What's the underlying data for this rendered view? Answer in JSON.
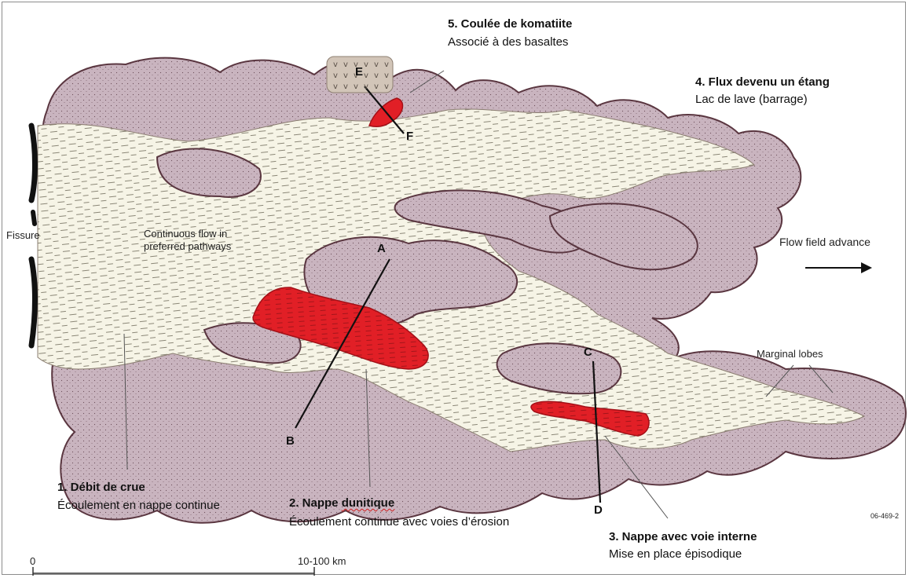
{
  "annotations": {
    "a1": {
      "title": "1. Débit de crue",
      "desc": "Écoulement en nappe continue"
    },
    "a2": {
      "title_pre": "2. Nappe ",
      "title_word": "dunitique",
      "desc": "Écoulement continue avec voies d’érosion"
    },
    "a3": {
      "title": "3. Nappe avec voie interne",
      "desc": "Mise en place épisodique"
    },
    "a4": {
      "title": "4. Flux devenu un étang",
      "desc": "Lac de lave (barrage)"
    },
    "a5": {
      "title": "5. Coulée de komatiite",
      "desc": "Associé à des basaltes"
    }
  },
  "map_labels": {
    "fissure": "Fissure",
    "continuous_1": "Continuous flow in",
    "continuous_2": "preferred pathways",
    "advance": "Flow field advance",
    "marginal": "Marginal lobes",
    "code": "06-469-2"
  },
  "section_letters": {
    "A": "A",
    "B": "B",
    "C": "C",
    "D": "D",
    "E": "E",
    "F": "F"
  },
  "scale": {
    "zero": "0",
    "max": "10-100 km"
  },
  "colors": {
    "lobe_fill": "#c9b4bf",
    "flow": "#f6f4e6",
    "lava": "#e11f26",
    "outline": "#5a3640",
    "inset": "#d2c5b8"
  },
  "inset_symbol": "v"
}
